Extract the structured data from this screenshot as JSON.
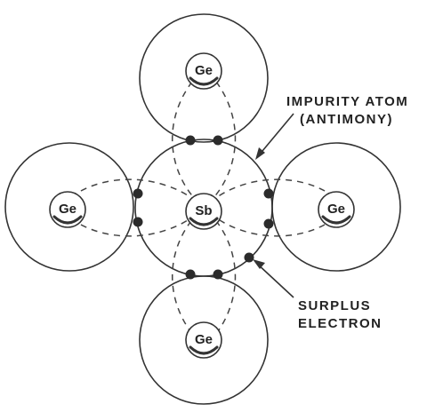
{
  "diagram": {
    "central_atom": {
      "symbol": "Sb"
    },
    "neighbor_atoms": [
      {
        "id": "top",
        "symbol": "Ge"
      },
      {
        "id": "left",
        "symbol": "Ge"
      },
      {
        "id": "right",
        "symbol": "Ge"
      },
      {
        "id": "bottom",
        "symbol": "Ge"
      }
    ],
    "annotations": {
      "impurity_line1": "IMPURITY ATOM",
      "impurity_line2": "(ANTIMONY)",
      "surplus_line1": "SURPLUS",
      "surplus_line2": "ELECTRON"
    },
    "colors": {
      "line": "#333333",
      "dashed": "#444444",
      "electron": "#2b2b2b",
      "background": "#ffffff"
    }
  }
}
